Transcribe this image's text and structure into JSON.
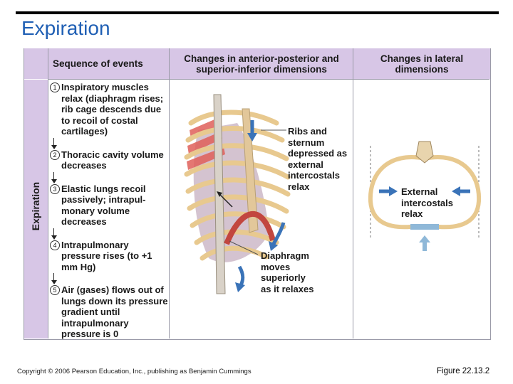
{
  "slide": {
    "title": "Expiration"
  },
  "table": {
    "col_sequence": "Sequence of events",
    "col_ap_si": "Changes in anterior-posterior and superior-inferior dimensions",
    "col_lateral": "Changes in lateral dimensions",
    "row_label": "Expiration"
  },
  "steps": [
    {
      "num": "1",
      "text": "Inspiratory muscles relax (diaphragm rises; rib cage descends due to recoil of costal cartilages)"
    },
    {
      "num": "2",
      "text": "Thoracic cavity volume decreases"
    },
    {
      "num": "3",
      "text": "Elastic lungs recoil passively; intrapul-monary volume decreases"
    },
    {
      "num": "4",
      "text": "Intrapulmonary pressure rises (to +1 mm Hg)"
    },
    {
      "num": "5",
      "text": "Air (gases) flows out of lungs down its pressure gradient until intrapulmonary pressure is 0"
    }
  ],
  "labels": {
    "ribs": "Ribs and sternum depressed as external intercostals relax",
    "diaphragm": "Diaphragm moves superiorly as it relaxes",
    "external": "External intercostals relax"
  },
  "footer": {
    "copyright": "Copyright © 2006 Pearson Education, Inc., publishing as Benjamin Cummings",
    "figure": "Figure 22.13.2"
  },
  "colors": {
    "title": "#1f5fb4",
    "header_bg": "#d7c6e6",
    "arrow_blue": "#3a73b8",
    "bone": "#e8c98f",
    "muscle": "#e0605a"
  }
}
